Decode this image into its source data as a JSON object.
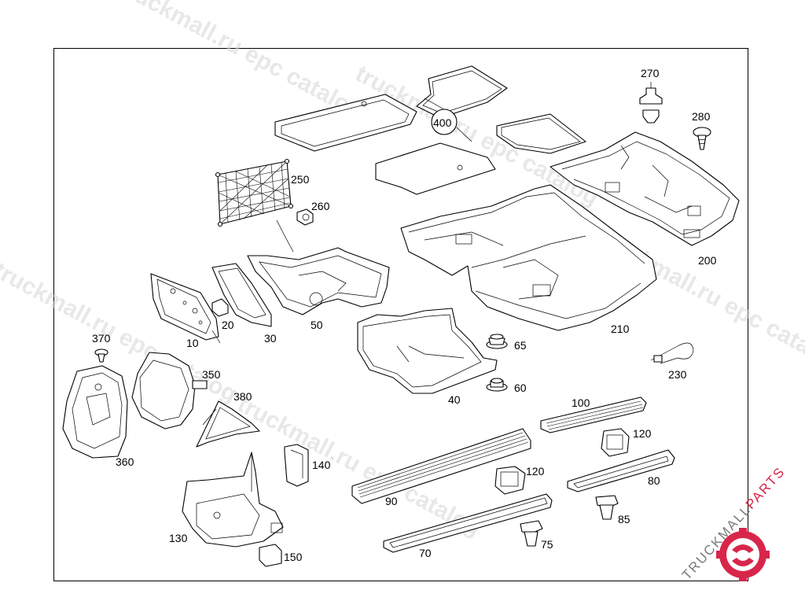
{
  "watermark": {
    "text": "truckmall.ru epc catalog",
    "color": "#cccccc"
  },
  "logo": {
    "text_main": "TRUCKMALL",
    "text_accent": "PARTS",
    "main_color": "#7a7a7a",
    "accent_color": "#d8264a",
    "icon": "gear-icon"
  },
  "callouts": {
    "10": "10",
    "20": "20",
    "30": "30",
    "40": "40",
    "50": "50",
    "60": "60",
    "65": "65",
    "70": "70",
    "75": "75",
    "80": "80",
    "85": "85",
    "90": "90",
    "100": "100",
    "120a": "120",
    "120b": "120",
    "130": "130",
    "140": "140",
    "150": "150",
    "200": "200",
    "210": "210",
    "230": "230",
    "250": "250",
    "260": "260",
    "270": "270",
    "280": "280",
    "350": "350",
    "360": "360",
    "370": "370",
    "380": "380",
    "400": "400"
  }
}
